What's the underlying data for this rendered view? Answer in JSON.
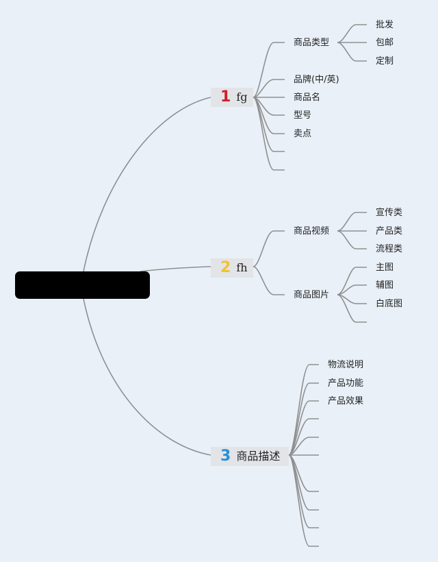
{
  "branches": [
    {
      "number": "1",
      "number_color": "#d01f2b",
      "label": "fg",
      "children": [
        "商品类型",
        "品牌(中/英)",
        "商品名",
        "型号",
        "卖点",
        "",
        ""
      ],
      "grandchildren": {
        "商品类型": [
          "批发",
          "包邮",
          "定制"
        ]
      }
    },
    {
      "number": "2",
      "number_color": "#f1c232",
      "label": "fh",
      "children": [
        "商品视频",
        "商品图片"
      ],
      "grandchildren": {
        "商品视频": [
          "宣传类",
          "产品类",
          "流程类"
        ],
        "商品图片": [
          "主图",
          "辅图",
          "白底图",
          ""
        ]
      }
    },
    {
      "number": "3",
      "number_color": "#2a8fd6",
      "label": "商品描述",
      "children": [
        "物流说明",
        "产品功能",
        "产品效果",
        "",
        "",
        "",
        "",
        "",
        "",
        ""
      ]
    }
  ],
  "colors": {
    "background": "#e9f0f8",
    "edge": "#8f8f8f",
    "topic_fill": "#e2e4e7",
    "root_fill": "#000000"
  }
}
